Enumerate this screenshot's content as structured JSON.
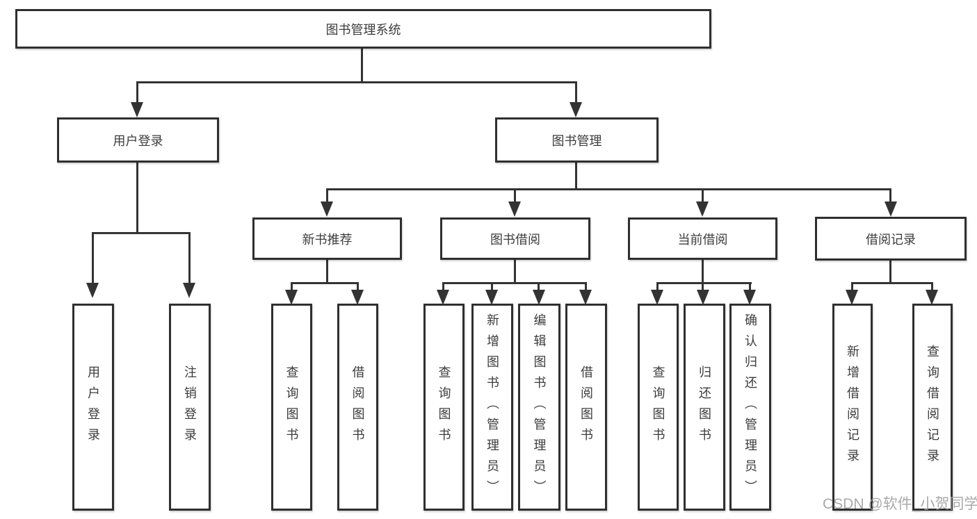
{
  "diagram": {
    "root": {
      "label": "图书管理系统"
    },
    "level2": [
      {
        "label": "用户登录"
      },
      {
        "label": "图书管理"
      }
    ],
    "level3": [
      {
        "label": "新书推荐"
      },
      {
        "label": "图书借阅"
      },
      {
        "label": "当前借阅"
      },
      {
        "label": "借阅记录"
      }
    ],
    "leaves": {
      "login": [
        "用户登录",
        "注销登录"
      ],
      "recommend": [
        "查询图书",
        "借阅图书"
      ],
      "borrow": [
        "查询图书",
        "新增图书（管理员）",
        "编辑图书（管理员）",
        "借阅图书"
      ],
      "current": [
        "查询图书",
        "归还图书",
        "确认归还（管理员）"
      ],
      "records": [
        "新增借阅记录",
        "查询借阅记录"
      ]
    }
  },
  "watermark": {
    "text": "CSDN @软件_小贺同学"
  },
  "colors": {
    "line": "#333333",
    "border": "#2f2f2f",
    "text": "#3c3c3c",
    "watermark": "#9e9e9e",
    "background": "#ffffff"
  }
}
